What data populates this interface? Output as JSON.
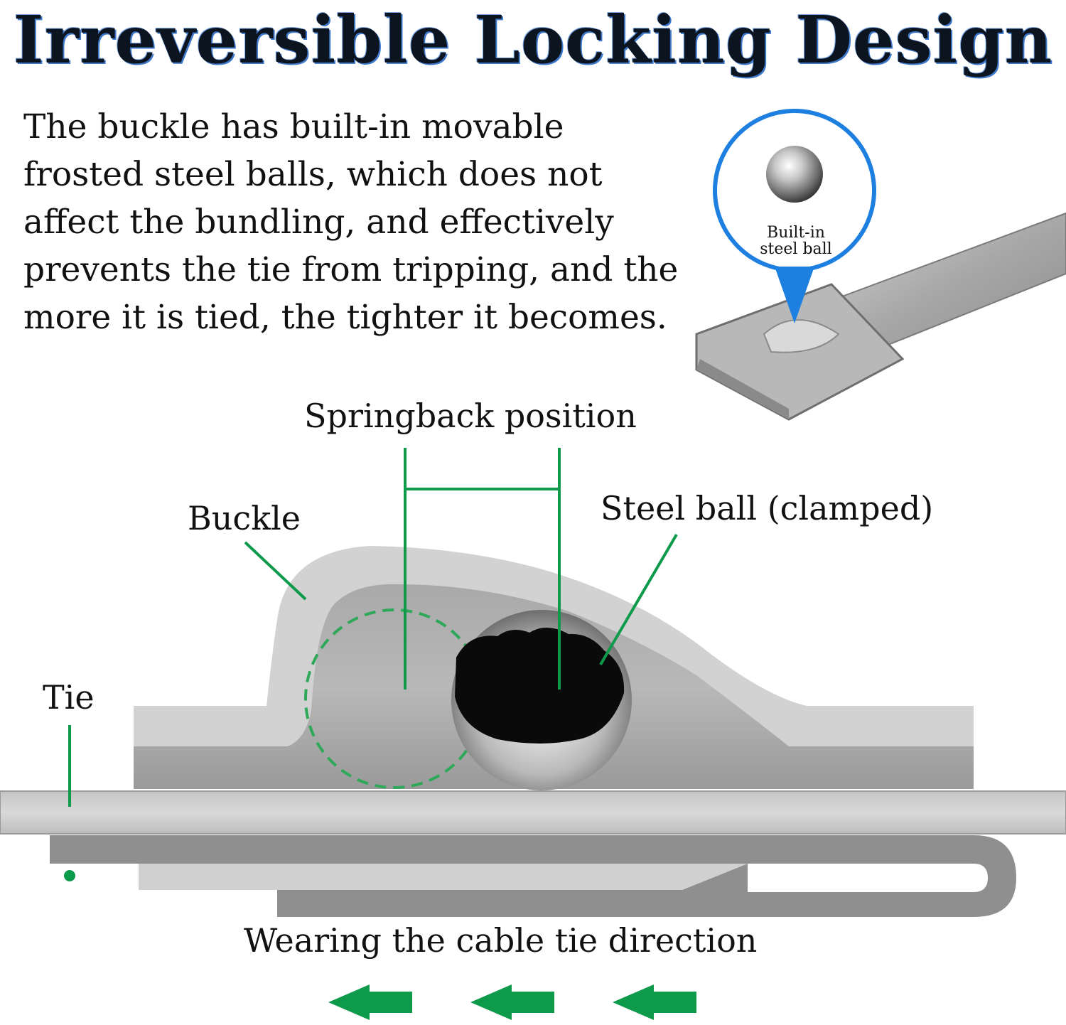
{
  "title": "Irreversible Locking Design",
  "description": [
    "The buckle has built-in movable",
    "frosted steel balls, which does not",
    "affect the bundling, and effectively",
    "prevents the tie from tripping, and the",
    "more it is tied, the tighter it becomes."
  ],
  "inset": {
    "callout_line1": "Built-in",
    "callout_line2": "steel ball"
  },
  "labels": {
    "springback": "Springback position",
    "buckle": "Buckle",
    "steel_ball": "Steel ball (clamped)",
    "tie": "Tie",
    "direction": "Wearing the cable tie direction"
  },
  "colors": {
    "accent_green": "#0d9a4a",
    "callout_blue": "#1d7fe0",
    "title_shadow": "#3f78c9",
    "buckle_light": "#d0d0d0",
    "tie_dark": "#8f8f8f"
  },
  "icons": [
    "left-arrow-icon",
    "left-arrow-icon",
    "left-arrow-icon"
  ]
}
